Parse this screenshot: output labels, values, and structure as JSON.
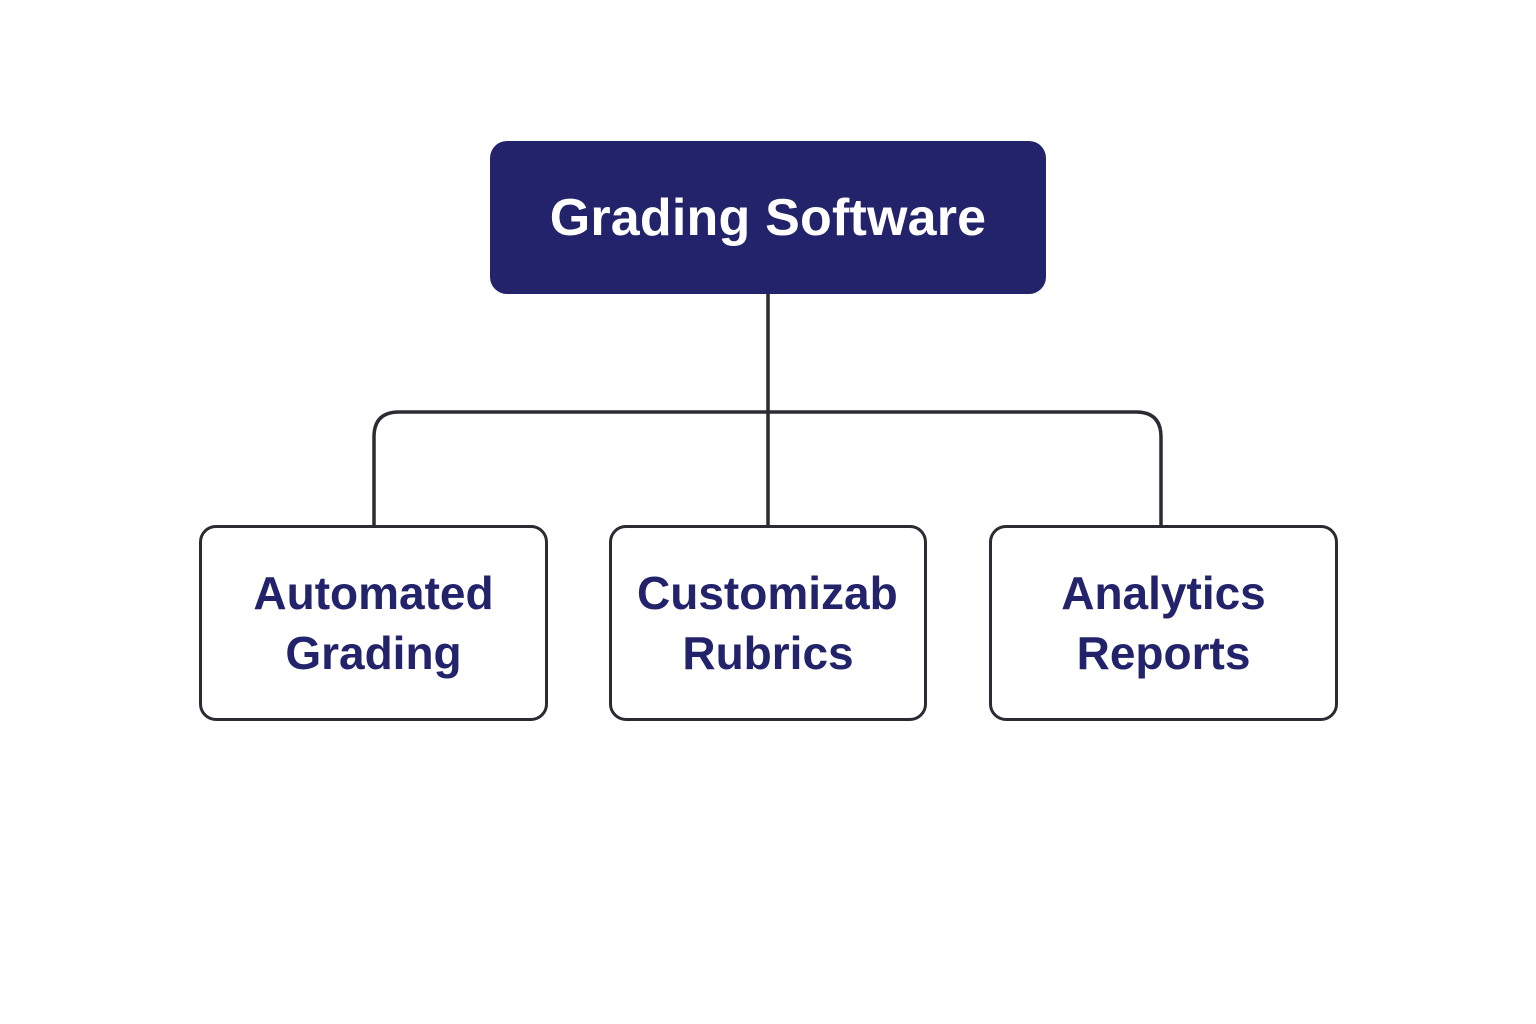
{
  "diagram": {
    "colors": {
      "root_fill": "#22236a",
      "root_text": "#ffffff",
      "child_text": "#22236a",
      "line": "#2b2b33",
      "background": "#ffffff"
    },
    "root": {
      "label": "Grading Software"
    },
    "children": [
      {
        "label": "Automated\nGrading"
      },
      {
        "label": "Customizable\nRubrics"
      },
      {
        "label": "Analytics\nReports"
      }
    ]
  }
}
